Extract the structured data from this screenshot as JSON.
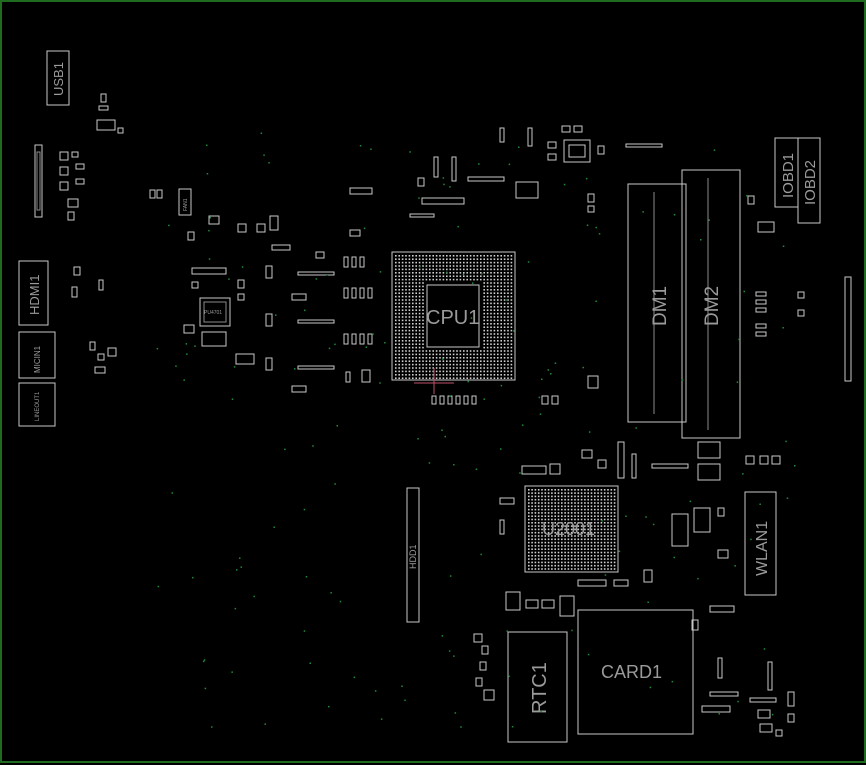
{
  "board": {
    "colors": {
      "background": "#000000",
      "frame": "#1f6b1f",
      "outline": "#c8c8c8",
      "label": "#9a9a9a",
      "via": "#1f8a3a"
    },
    "labels": {
      "usb": "USB1",
      "hdmi": "HDMI1",
      "micin": "MICIN1",
      "lineout": "LINEOUT1",
      "cpu": "CPU1",
      "dimm1": "DM1",
      "dimm2": "DM2",
      "iobd1": "IOBD1",
      "iobd2": "IOBD2",
      "pch": "U2001",
      "hdd": "HDD1",
      "wlan": "WLAN1",
      "rtc": "RTC1",
      "card": "CARD1",
      "small_ic": "PU4701",
      "small_vert": "FAN1"
    }
  }
}
